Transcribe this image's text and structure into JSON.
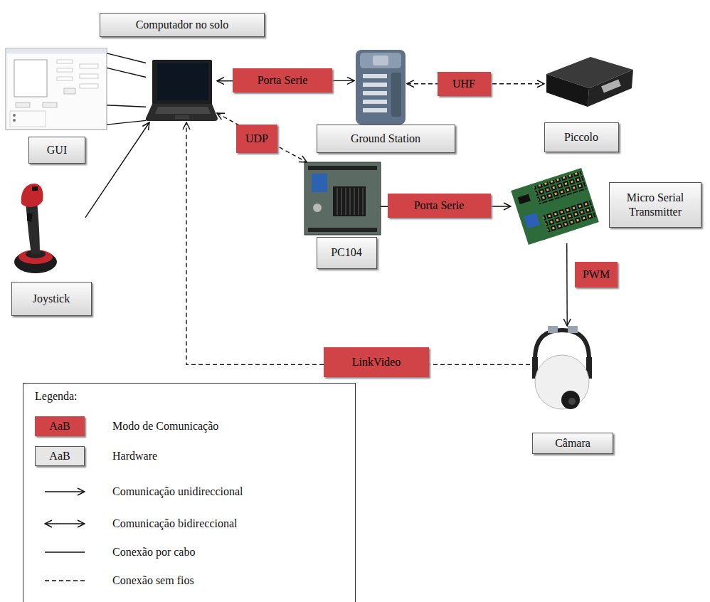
{
  "diagram": {
    "nodes": [
      {
        "text": [
          "Computador no solo"
        ]
      },
      {
        "text": [
          "GUI"
        ]
      },
      {
        "text": [
          "Ground Station"
        ]
      },
      {
        "text": [
          "Piccolo"
        ]
      },
      {
        "text": [
          "PC104"
        ]
      },
      {
        "text": [
          "Micro Serial Transmitter"
        ]
      },
      {
        "text": [
          "Joystick"
        ]
      },
      {
        "text": [
          "Câmara"
        ]
      }
    ],
    "edges": [
      {
        "from": 0,
        "to": 2,
        "label": "Porta Serie",
        "arrow": "both"
      },
      {
        "from": 2,
        "to": 3,
        "label": "UHF",
        "arrow": "both"
      },
      {
        "from": 0,
        "to": 4,
        "label": "UDP",
        "arrow": "both"
      },
      {
        "from": 4,
        "to": 5,
        "label": "Porta Serie",
        "arrow": "to"
      },
      {
        "from": 5,
        "to": 7,
        "label": "PWM",
        "arrow": "to"
      },
      {
        "from": 7,
        "to": 0,
        "label": "LinkVideo",
        "arrow": "to"
      },
      {
        "from": 6,
        "to": 0,
        "arrow": "to"
      },
      {
        "from": 1,
        "to": 0,
        "arrow": "none"
      }
    ],
    "labels": [
      "Legenda:",
      "AaB",
      "AaB"
    ],
    "legend": [
      {
        "text": "Modo de Comunicação",
        "color": "#d04448"
      },
      {
        "text": "Hardware",
        "color": "#e6e6e6"
      },
      {
        "text": "Comunicação unidireccional"
      },
      {
        "text": "Comunicação bidireccional"
      },
      {
        "text": "Conexão por cabo"
      },
      {
        "text": "Conexão sem fios"
      }
    ]
  }
}
